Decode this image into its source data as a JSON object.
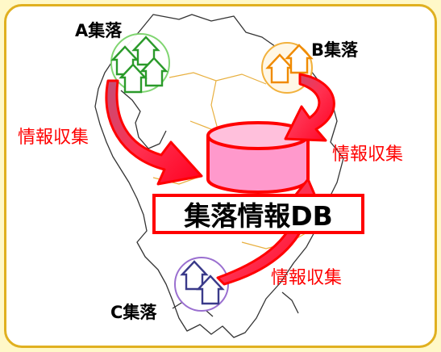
{
  "villages": {
    "a": {
      "label": "A集落",
      "color": "#7ad36a"
    },
    "b": {
      "label": "B集落",
      "color": "#f2b13c"
    },
    "c": {
      "label": "C集落",
      "color": "#9a6fd0"
    }
  },
  "flows": {
    "a_label": "情報収集",
    "b_label": "情報収集",
    "c_label": "情報収集",
    "arrow_color": "#ff2040"
  },
  "database": {
    "label": "集落情報DB",
    "fill": "#ff99cc",
    "stroke": "#ff0000"
  },
  "colors": {
    "background": "#fff8c8",
    "frame": "#e0b020",
    "map_outline": "#333333",
    "map_roads": "#e8b040"
  }
}
